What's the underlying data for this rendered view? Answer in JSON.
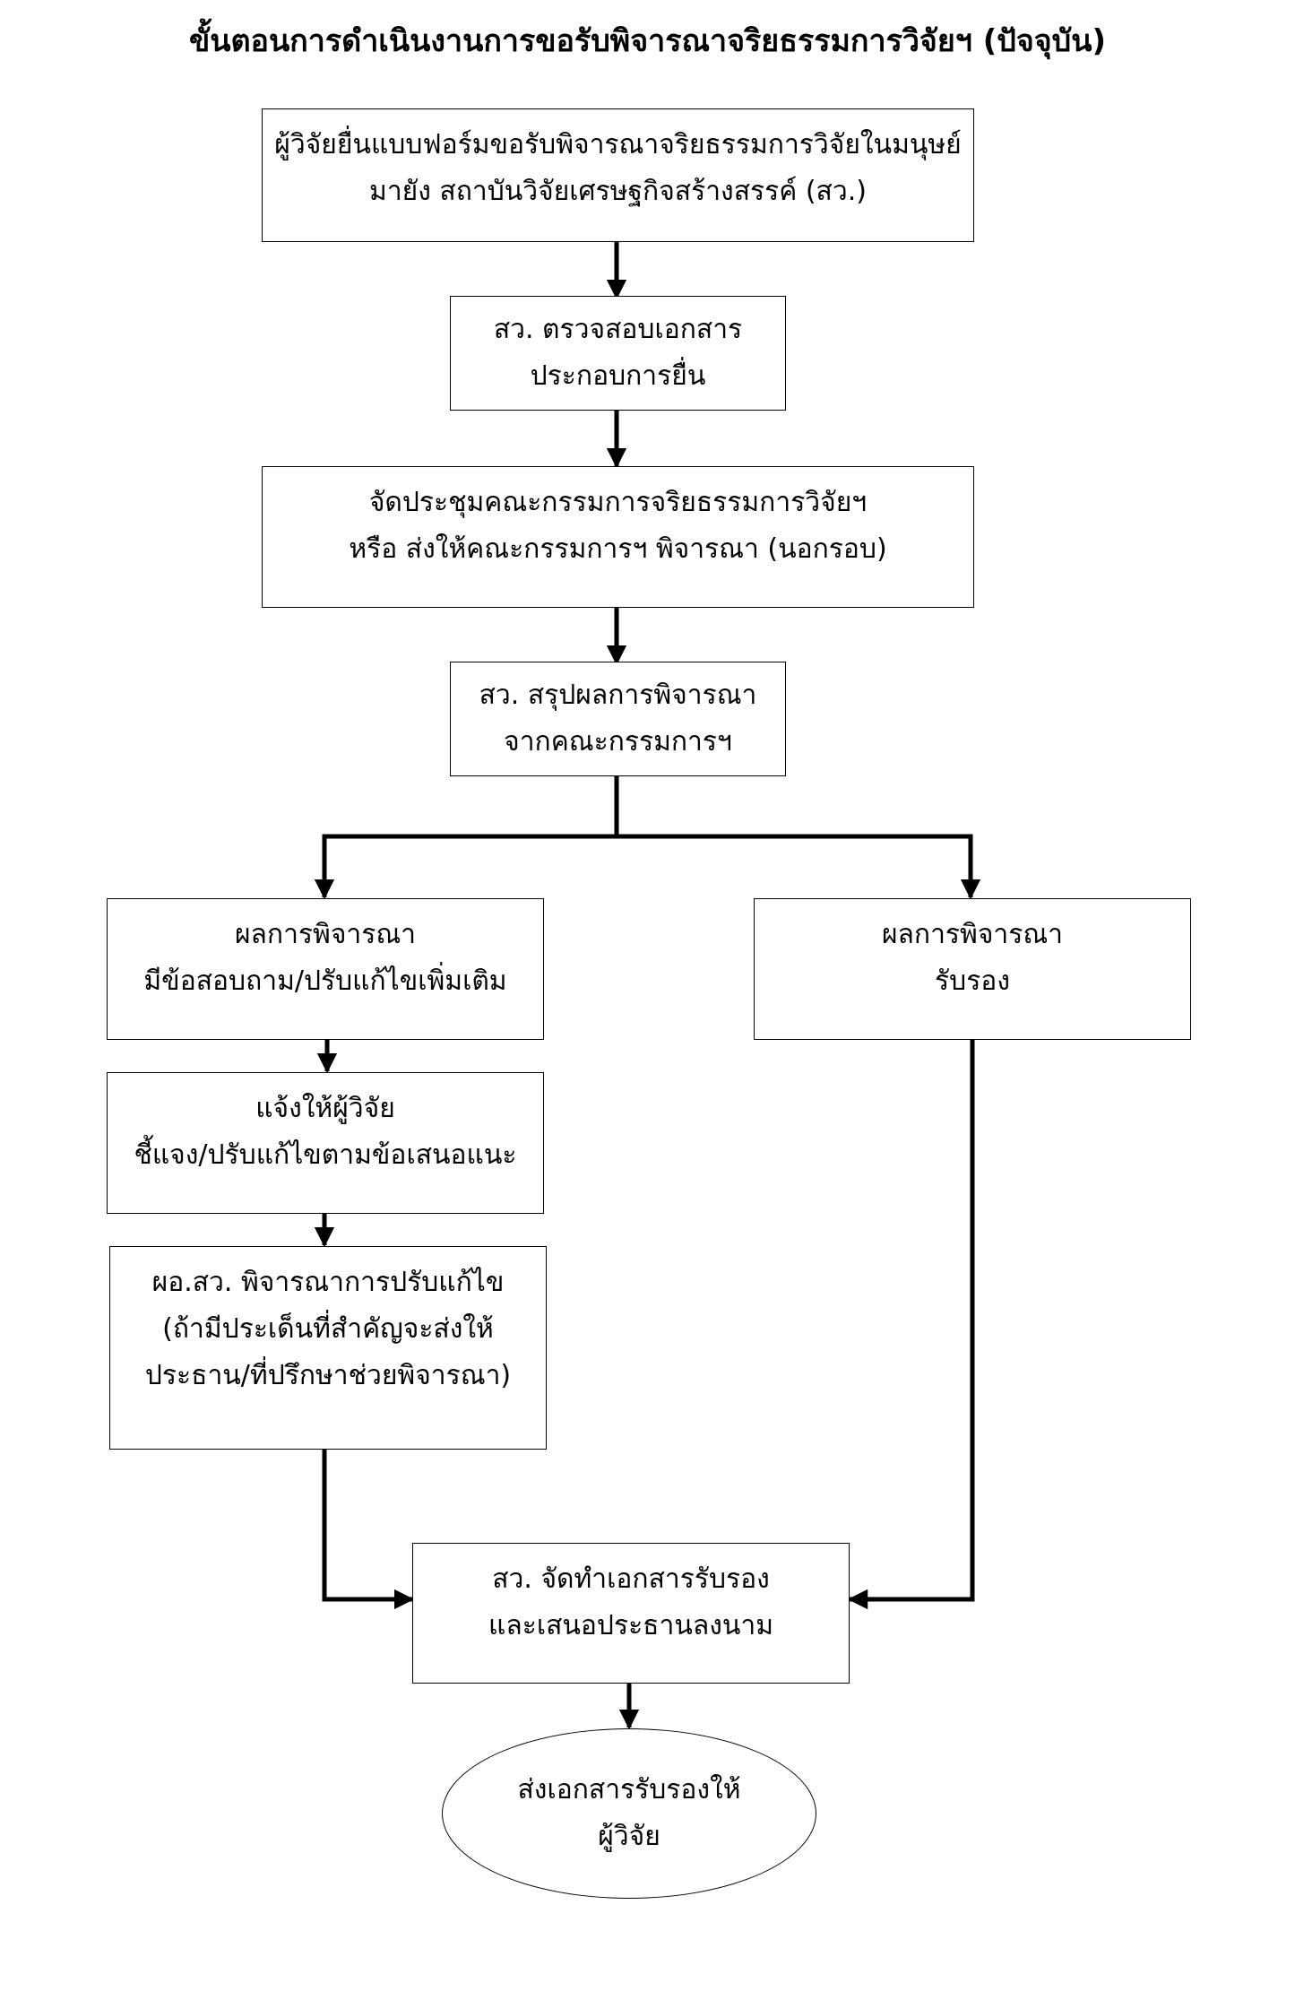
{
  "title": "ขั้นตอนการดำเนินงานการขอรับพิจารณาจริยธรรมการวิจัยฯ (ปัจจุบัน)",
  "steps": {
    "submit": [
      "ผู้วิจัยยื่นแบบฟอร์มขอรับพิจารณาจริยธรรมการวิจัยในมนุษย์",
      "มายัง สถาบันวิจัยเศรษฐกิจสร้างสรรค์ (สว.)"
    ],
    "check": [
      "สว. ตรวจสอบเอกสาร",
      "ประกอบการยื่น"
    ],
    "meeting": [
      "จัดประชุมคณะกรรมการจริยธรรมการวิจัยฯ",
      "หรือ ส่งให้คณะกรรมการฯ พิจารณา (นอกรอบ)"
    ],
    "summary": [
      "สว. สรุปผลการพิจารณา",
      "จากคณะกรรมการฯ"
    ],
    "revise": [
      "ผลการพิจารณา",
      "มีข้อสอบถาม/ปรับแก้ไขเพิ่มเติม"
    ],
    "approved": [
      "ผลการพิจารณา",
      "รับรอง"
    ],
    "notify": [
      "แจ้งให้ผู้วิจัย",
      "ชี้แจง/ปรับแก้ไขตามข้อเสนอแนะ"
    ],
    "director": [
      "ผอ.สว. พิจารณาการปรับแก้ไข",
      "(ถ้ามีประเด็นที่สำคัญจะส่งให้",
      "ประธาน/ที่ปรึกษาช่วยพิจารณา)"
    ],
    "prepare": [
      "สว. จัดทำเอกสารรับรอง",
      "และเสนอประธานลงนาม"
    ],
    "send": [
      "ส่งเอกสารรับรองให้",
      "ผู้วิจัย"
    ]
  }
}
